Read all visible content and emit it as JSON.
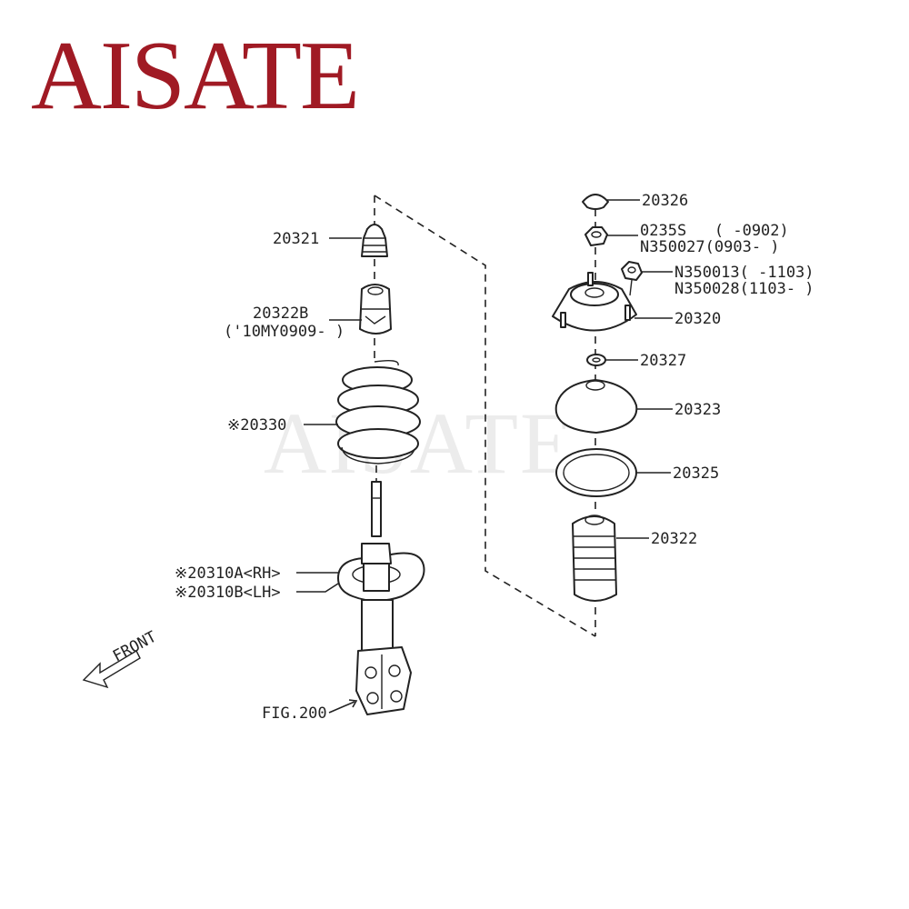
{
  "brand": {
    "logo_text": "AISATE",
    "color": "#a01a24"
  },
  "watermark": {
    "text": "AISATE"
  },
  "labels": {
    "p20321": "20321",
    "p20322b": "20322B",
    "p20322b_note": "('10MY0909- )",
    "p20330": "※20330",
    "p20310a": "※20310A<RH>",
    "p20310b": "※20310B<LH>",
    "front": "FRONT",
    "fig200": "FIG.200",
    "p20326": "20326",
    "p0235s": "0235S   ( -0902)",
    "pn350027": "N350027(0903- )",
    "pn350013": "N350013( -1103)",
    "pn350028": "N350028(1103- )",
    "p20320": "20320",
    "p20327": "20327",
    "p20323": "20323",
    "p20325": "20325",
    "p20322": "20322"
  }
}
